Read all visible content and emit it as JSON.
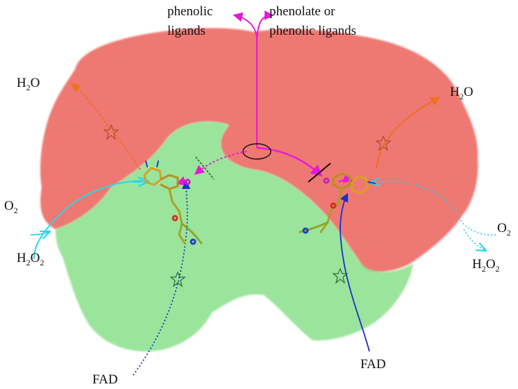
{
  "labels": {
    "phenolic_ligands_line1": "phenolic",
    "phenolic_ligands_line2": "ligands",
    "phenolate_line1": "phenolate or",
    "phenolate_line2": "phenolic ligands",
    "water_left": {
      "main": "H",
      "sub": "2",
      "tail": "O"
    },
    "water_right": {
      "main": "H",
      "sub": "2",
      "tail": "O"
    },
    "oxygen_left": {
      "main": "O",
      "sub": "2"
    },
    "oxygen_right": {
      "main": "O",
      "sub": "2"
    },
    "peroxide_left": {
      "main": "H",
      "sub": "2",
      "tail": "O",
      "sub2": "2"
    },
    "peroxide_right": {
      "main": "H",
      "sub": "2",
      "tail": "O",
      "sub2": "2"
    },
    "fad_left": "FAD",
    "fad_right": "FAD"
  },
  "colors": {
    "protein_red": "#e8453c",
    "protein_green": "#5fd45f",
    "ligand_path": "#e619d9",
    "water_path": "#f07020",
    "oxygen_path": "#28d8e8",
    "fad_path": "#1a2fc8",
    "channel_block": "#111111",
    "channel_partial": "#3a5a3a"
  },
  "icons": [
    "star-marker-icon",
    "ellipse-entry-icon",
    "fad-cofactor-icon",
    "blocked-channel-icon"
  ]
}
